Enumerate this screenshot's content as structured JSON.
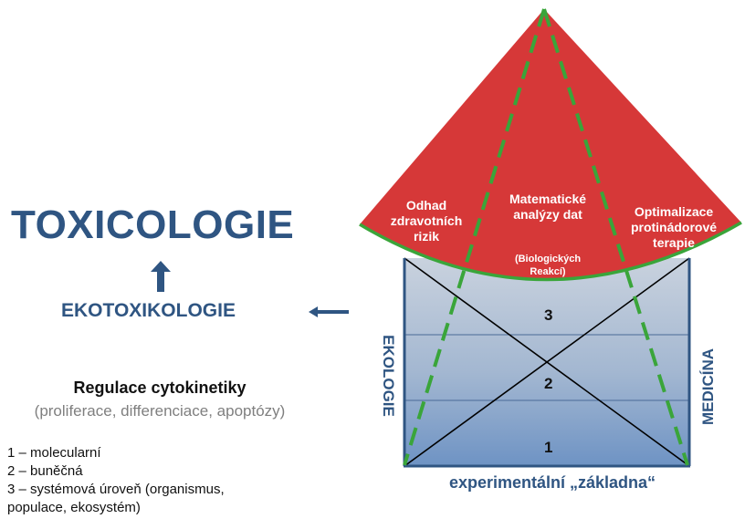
{
  "left": {
    "title": "TOXICOLOGIE",
    "subtitle": "EKOTOXIKOLOGIE",
    "regulation_title": "Regulace cytokinetiky",
    "regulation_subtitle": "(proliferace, differenciace, apoptózy)",
    "levels": [
      "1 – molecularní",
      "2 – buněčná",
      "3 – systémová úroveň (organismus,",
      "populace,  ekosystém)"
    ]
  },
  "cone": {
    "left_label_lines": [
      "Odhad",
      "zdravotních",
      "rizik"
    ],
    "center_label_lines": [
      "Matematické",
      "analýzy dat"
    ],
    "center_sub_lines": [
      "(Biologických",
      "Reakcí)"
    ],
    "right_label_lines": [
      "Optimalizace",
      "protinádorové",
      "terapie"
    ]
  },
  "base": {
    "levels": [
      "3",
      "2",
      "1"
    ],
    "left_side": "EKOLOGIE",
    "right_side": "MEDICÍNA",
    "bottom": "experimentální „základna“"
  },
  "colors": {
    "accent_blue": "#2f5582",
    "cone_red": "#d63838",
    "dashed_green": "#3aa53a"
  }
}
